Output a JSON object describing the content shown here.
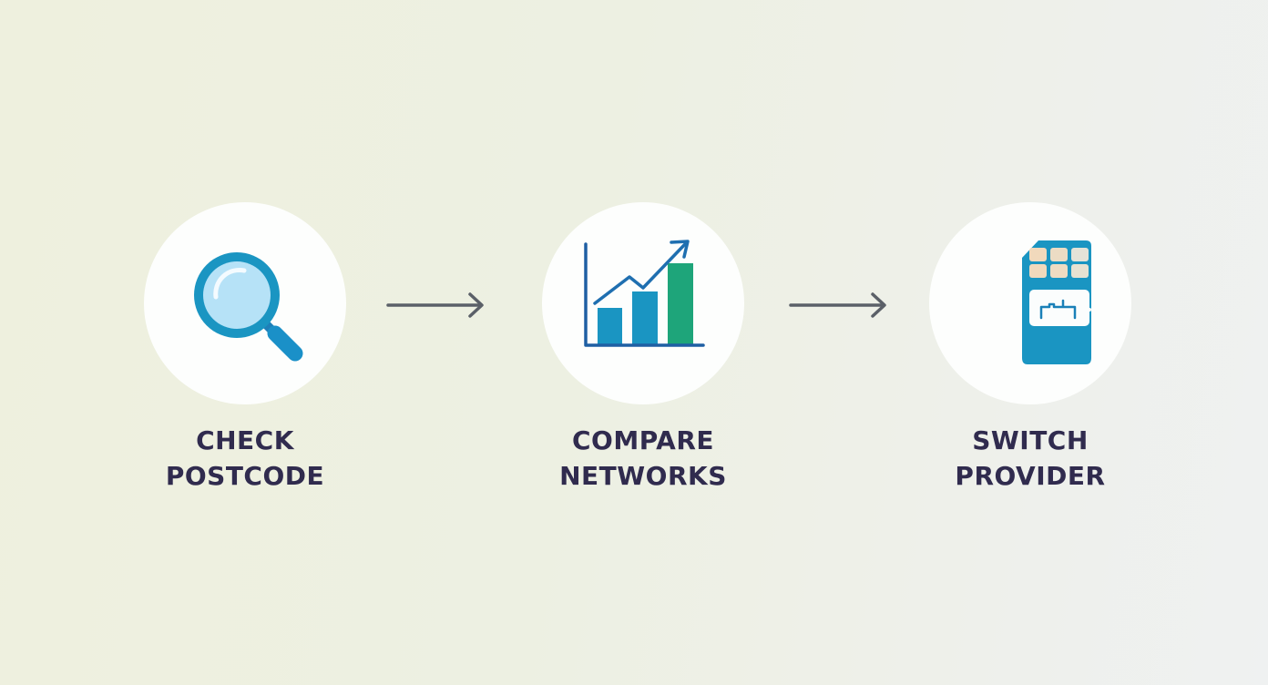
{
  "steps": [
    {
      "id": "check-postcode",
      "icon": "magnifying-glass-icon",
      "label_line1": "CHECK",
      "label_line2": "POSTCODE"
    },
    {
      "id": "compare-networks",
      "icon": "bar-chart-growth-icon",
      "label_line1": "COMPARE",
      "label_line2": "NETWORKS"
    },
    {
      "id": "switch-provider",
      "icon": "sim-card-icon",
      "label_line1": "SWITCH",
      "label_line2": "PROVIDER"
    }
  ],
  "connectors": [
    {
      "icon": "arrow-right-icon"
    },
    {
      "icon": "arrow-right-icon"
    }
  ],
  "colors": {
    "label_text": "#302b4e",
    "circle_bg": "#fdfefd",
    "icon_blue": "#1a95c2",
    "icon_dark_blue": "#1f5fa3",
    "icon_green": "#1ea57a",
    "lens_fill": "#b6e2f7",
    "sim_chip": "#f3dcc0",
    "arrow": "#5b6068"
  }
}
